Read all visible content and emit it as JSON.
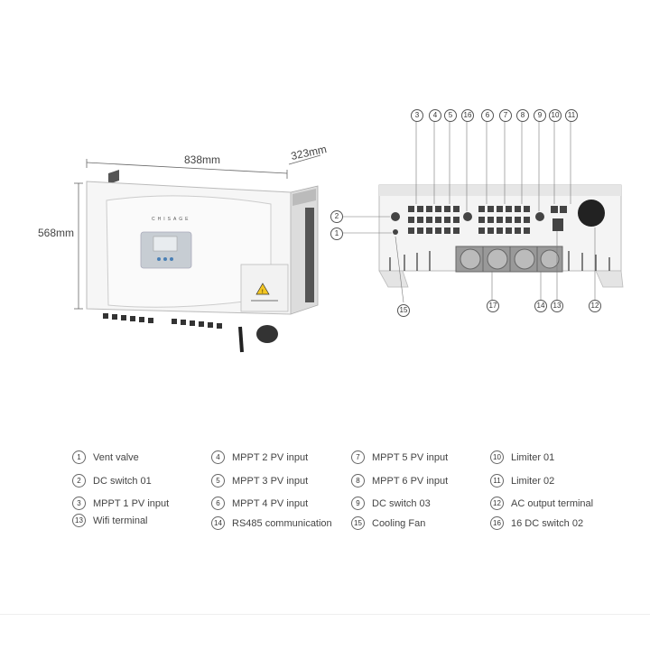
{
  "dimensions": {
    "width": "838mm",
    "depth": "323mm",
    "height": "568mm"
  },
  "brand_text": "CHISAGE",
  "callouts": [
    "3",
    "4",
    "5",
    "16",
    "6",
    "7",
    "8",
    "9",
    "10",
    "11",
    "2",
    "1",
    "15",
    "17",
    "14",
    "13",
    "12"
  ],
  "legend": [
    {
      "num": "1",
      "label": "Vent valve"
    },
    {
      "num": "2",
      "label": "DC switch 01"
    },
    {
      "num": "3",
      "label": "MPPT 1 PV input"
    },
    {
      "num": "13",
      "label": "Wifi terminal"
    },
    {
      "num": "4",
      "label": "MPPT 2 PV input"
    },
    {
      "num": "5",
      "label": "MPPT 3 PV input"
    },
    {
      "num": "6",
      "label": "MPPT 4 PV input"
    },
    {
      "num": "14",
      "label": "RS485 communication"
    },
    {
      "num": "7",
      "label": "MPPT 5 PV input"
    },
    {
      "num": "8",
      "label": "MPPT 6 PV input"
    },
    {
      "num": "9",
      "label": "DC switch 03"
    },
    {
      "num": "15",
      "label": "Cooling Fan"
    },
    {
      "num": "10",
      "label": "Limiter 01"
    },
    {
      "num": "11",
      "label": "Limiter 02"
    },
    {
      "num": "12",
      "label": "AC output terminal"
    },
    {
      "num": "16",
      "label": "16 DC switch 02"
    }
  ]
}
